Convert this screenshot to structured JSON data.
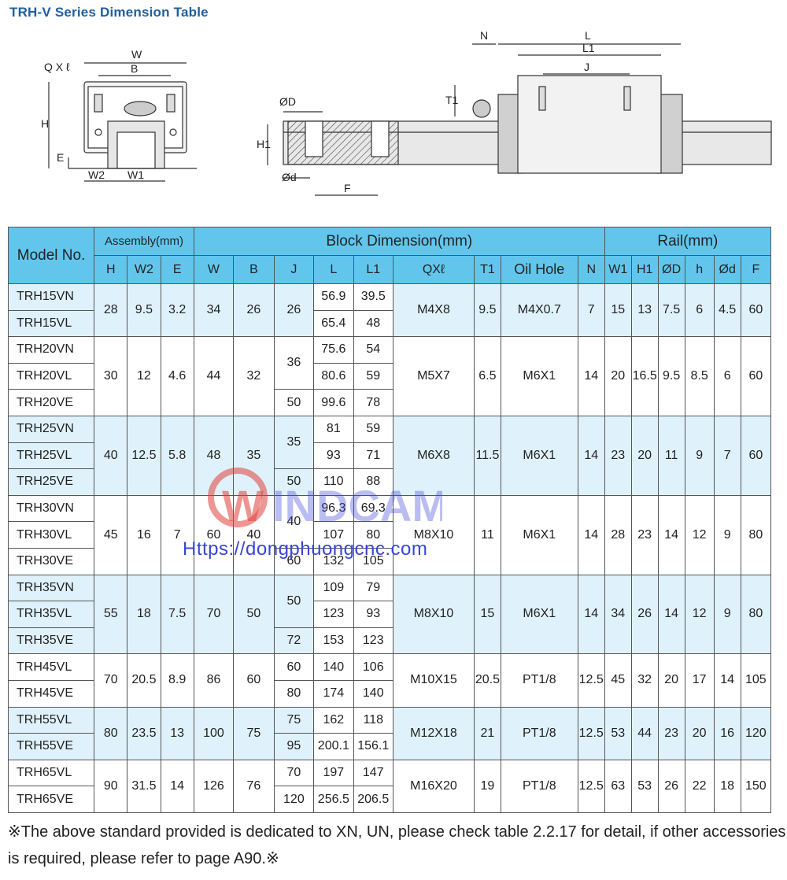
{
  "title": "TRH-V Series Dimension Table",
  "diagram_labels": {
    "qxl": "Q X ℓ",
    "w": "W",
    "b": "B",
    "h": "H",
    "e": "E",
    "w2": "W2",
    "w1": "W1",
    "n": "N",
    "l": "L",
    "l1": "L1",
    "j": "J",
    "t1": "T1",
    "od_big": "ØD",
    "h1": "H1",
    "od_small": "Ød",
    "f": "F"
  },
  "table": {
    "header_groups": {
      "model": "Model No.",
      "assembly": "Assembly(mm)",
      "block": "Block Dimension(mm)",
      "rail": "Rail(mm)"
    },
    "columns": {
      "h": "H",
      "w2": "W2",
      "e": "E",
      "w": "W",
      "b": "B",
      "j": "J",
      "l": "L",
      "l1": "L1",
      "qxl": "QXℓ",
      "t1": "T1",
      "oil": "Oil Hole",
      "n": "N",
      "rw1": "W1",
      "rh1": "H1",
      "rod": "ØD",
      "rh": "h",
      "rd": "Ød",
      "rf": "F"
    },
    "groups": [
      {
        "models": [
          "TRH15VN",
          "TRH15VL"
        ],
        "H": "28",
        "W2": "9.5",
        "E": "3.2",
        "W": "34",
        "B": "26",
        "J": [
          "26"
        ],
        "L": [
          "56.9",
          "65.4"
        ],
        "L1": [
          "39.5",
          "48"
        ],
        "QXl": "M4X8",
        "T1": "9.5",
        "Oil": "M4X0.7",
        "N": "7",
        "W1": "15",
        "H1": "13",
        "OD": "7.5",
        "h": "6",
        "d": "4.5",
        "F": "60"
      },
      {
        "models": [
          "TRH20VN",
          "TRH20VL",
          "TRH20VE"
        ],
        "H": "30",
        "W2": "12",
        "E": "4.6",
        "W": "44",
        "B": "32",
        "J": [
          "36",
          "50"
        ],
        "L": [
          "75.6",
          "80.6",
          "99.6"
        ],
        "L1": [
          "54",
          "59",
          "78"
        ],
        "QXl": "M5X7",
        "T1": "6.5",
        "Oil": "M6X1",
        "N": "14",
        "W1": "20",
        "H1": "16.5",
        "OD": "9.5",
        "h": "8.5",
        "d": "6",
        "F": "60"
      },
      {
        "models": [
          "TRH25VN",
          "TRH25VL",
          "TRH25VE"
        ],
        "H": "40",
        "W2": "12.5",
        "E": "5.8",
        "W": "48",
        "B": "35",
        "J": [
          "35",
          "50"
        ],
        "L": [
          "81",
          "93",
          "110"
        ],
        "L1": [
          "59",
          "71",
          "88"
        ],
        "QXl": "M6X8",
        "T1": "11.5",
        "Oil": "M6X1",
        "N": "14",
        "W1": "23",
        "H1": "20",
        "OD": "11",
        "h": "9",
        "d": "7",
        "F": "60"
      },
      {
        "models": [
          "TRH30VN",
          "TRH30VL",
          "TRH30VE"
        ],
        "H": "45",
        "W2": "16",
        "E": "7",
        "W": "60",
        "B": "40",
        "J": [
          "40",
          "60"
        ],
        "L": [
          "96.3",
          "107",
          "132"
        ],
        "L1": [
          "69.3",
          "80",
          "105"
        ],
        "QXl": "M8X10",
        "T1": "11",
        "Oil": "M6X1",
        "N": "14",
        "W1": "28",
        "H1": "23",
        "OD": "14",
        "h": "12",
        "d": "9",
        "F": "80"
      },
      {
        "models": [
          "TRH35VN",
          "TRH35VL",
          "TRH35VE"
        ],
        "H": "55",
        "W2": "18",
        "E": "7.5",
        "W": "70",
        "B": "50",
        "J": [
          "50",
          "72"
        ],
        "L": [
          "109",
          "123",
          "153"
        ],
        "L1": [
          "79",
          "93",
          "123"
        ],
        "QXl": "M8X10",
        "T1": "15",
        "Oil": "M6X1",
        "N": "14",
        "W1": "34",
        "H1": "26",
        "OD": "14",
        "h": "12",
        "d": "9",
        "F": "80"
      },
      {
        "models": [
          "TRH45VL",
          "TRH45VE"
        ],
        "H": "70",
        "W2": "20.5",
        "E": "8.9",
        "W": "86",
        "B": "60",
        "J": [
          "60",
          "80"
        ],
        "L": [
          "140",
          "174"
        ],
        "L1": [
          "106",
          "140"
        ],
        "QXl": "M10X15",
        "T1": "20.5",
        "Oil": "PT1/8",
        "N": "12.5",
        "W1": "45",
        "H1": "32",
        "OD": "20",
        "h": "17",
        "d": "14",
        "F": "105"
      },
      {
        "models": [
          "TRH55VL",
          "TRH55VE"
        ],
        "H": "80",
        "W2": "23.5",
        "E": "13",
        "W": "100",
        "B": "75",
        "J": [
          "75",
          "95"
        ],
        "L": [
          "162",
          "200.1"
        ],
        "L1": [
          "118",
          "156.1"
        ],
        "QXl": "M12X18",
        "T1": "21",
        "Oil": "PT1/8",
        "N": "12.5",
        "W1": "53",
        "H1": "44",
        "OD": "23",
        "h": "20",
        "d": "16",
        "F": "120"
      },
      {
        "models": [
          "TRH65VL",
          "TRH65VE"
        ],
        "H": "90",
        "W2": "31.5",
        "E": "14",
        "W": "126",
        "B": "76",
        "J": [
          "70",
          "120"
        ],
        "L": [
          "197",
          "256.5"
        ],
        "L1": [
          "147",
          "206.5"
        ],
        "QXl": "M16X20",
        "T1": "19",
        "Oil": "PT1/8",
        "N": "12.5",
        "W1": "63",
        "H1": "53",
        "OD": "26",
        "h": "22",
        "d": "18",
        "F": "150"
      }
    ]
  },
  "note": "※The above standard provided is dedicated to XN, UN, please check table 2.2.17 for detail, if other accessories is required, please refer to page A90.※",
  "watermark": {
    "brand": "WINDCAM",
    "url": "Https://dongphuongcnc.com"
  },
  "colors": {
    "title": "#1f5fa0",
    "header_bg": "#62c6ec",
    "row_alt_bg": "#dff2fb",
    "watermark_red": "#e0403a",
    "watermark_blue": "#3a44d8"
  }
}
